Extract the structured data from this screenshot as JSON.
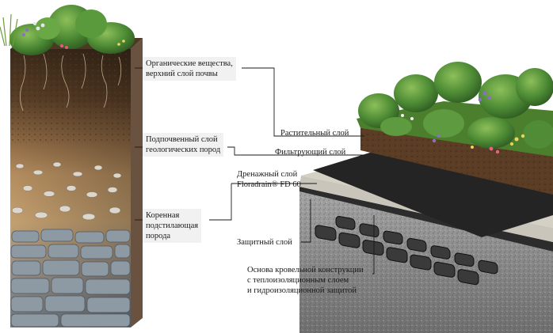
{
  "labels": {
    "organic": "Органические вещества,\nверхний слой почвы",
    "subsoil": "Подпочвенный слой\nгеологических пород",
    "bedrock": "Коренная\nподстилающая\nпорода",
    "vegetation": "Растительный слой",
    "filter": "Фильтрующий слой",
    "drainage": "Дренажный слой\nFloradrain® FD 60",
    "protective": "Защитный слой",
    "roof_base": "Основа кровельной конструкции\nс теплоизоляционным слоем\nи гидроизоляционной защитой"
  },
  "colors": {
    "soil_top": "#4a3421",
    "soil_mid": "#a97c4f",
    "soil_low": "#c9a575",
    "rock": "#7f8c96",
    "foliage": "#3f7a2f",
    "drain": "#1e1e1e",
    "concrete": "#8e8e8e",
    "label_bg": "#f1f1f1"
  }
}
